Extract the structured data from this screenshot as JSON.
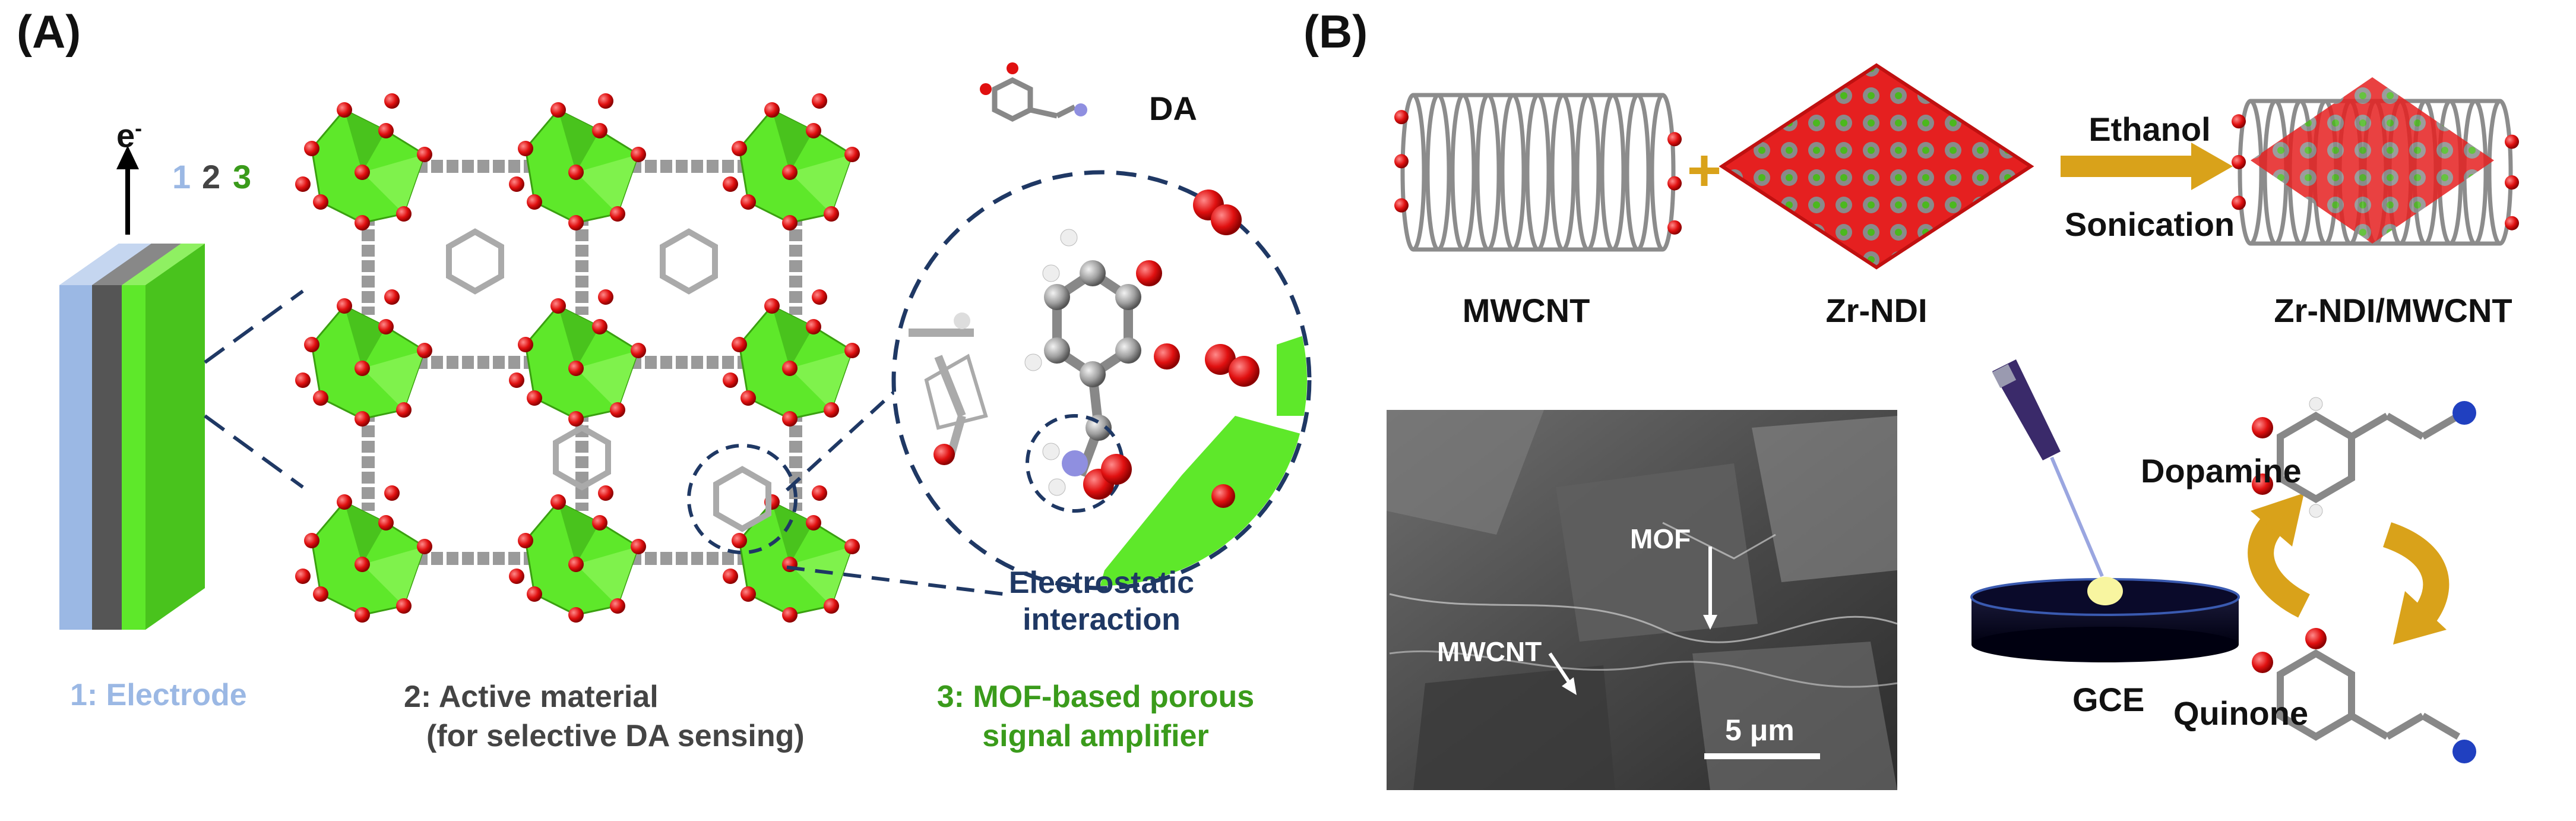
{
  "panels": {
    "a": "(A)",
    "b": "(B)"
  },
  "panel_a": {
    "electron": "e",
    "electron_sup": "-",
    "layer_nums": [
      "1",
      "2",
      "3"
    ],
    "dopamine_short": "DA",
    "electrostatic": [
      "Electrostatic",
      "interaction"
    ],
    "caption1": "1: Electrode",
    "caption2": [
      "2: Active material",
      "(for selective DA sensing)"
    ],
    "caption3": [
      "3: MOF-based porous",
      "signal amplifier"
    ]
  },
  "panel_b": {
    "mwcnt": "MWCNT",
    "plus": "+",
    "zr_ndi": "Zr-NDI",
    "ethanol": "Ethanol",
    "sonication": "Sonication",
    "composite": "Zr-NDI/MWCNT",
    "sem_mof": "MOF",
    "sem_mwcnt": "MWCNT",
    "scale": "5 μm",
    "dopamine": "Dopamine",
    "gce": "GCE",
    "quinone": "Quinone"
  },
  "colors": {
    "electrode": "#9bb8e4",
    "active": "#555555",
    "mof_green": "#5ee82a",
    "navy": "#1f3864",
    "oxygen": "#e01010",
    "carbon": "#9a9a9a",
    "arrow_gold": "#d9a21a"
  }
}
